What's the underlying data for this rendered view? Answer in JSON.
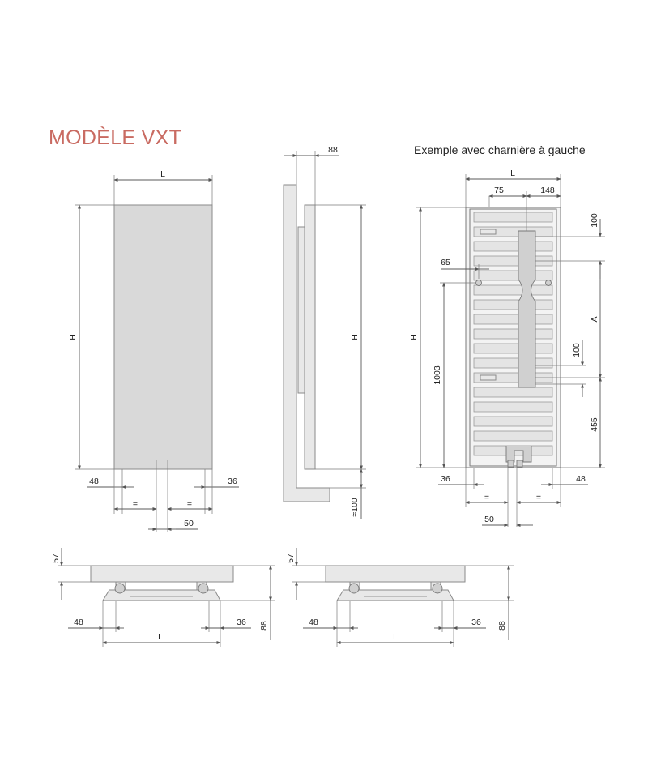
{
  "title": "MODÈLE VXT",
  "caption": "Exemple avec charnière à gauche",
  "front": {
    "width": "L",
    "height": "H",
    "left_offset": "48",
    "right_offset": "36",
    "eq": "=",
    "center_spacing": "50"
  },
  "side": {
    "depth": "88",
    "height": "H",
    "floor_clearance": "≈100"
  },
  "back": {
    "width": "L",
    "d75": "75",
    "d148": "148",
    "d100_top": "100",
    "d65": "65",
    "height": "H",
    "d1003": "1003",
    "a": "A",
    "d100_mid": "100",
    "d455": "455",
    "left_offset": "36",
    "right_offset": "48",
    "eq": "=",
    "center_spacing": "50"
  },
  "top_left": {
    "d57": "57",
    "d48": "48",
    "d36": "36",
    "width": "L",
    "d88": "88"
  },
  "top_right": {
    "d57": "57",
    "d48": "48",
    "d36": "36",
    "width": "L",
    "d88": "88"
  }
}
